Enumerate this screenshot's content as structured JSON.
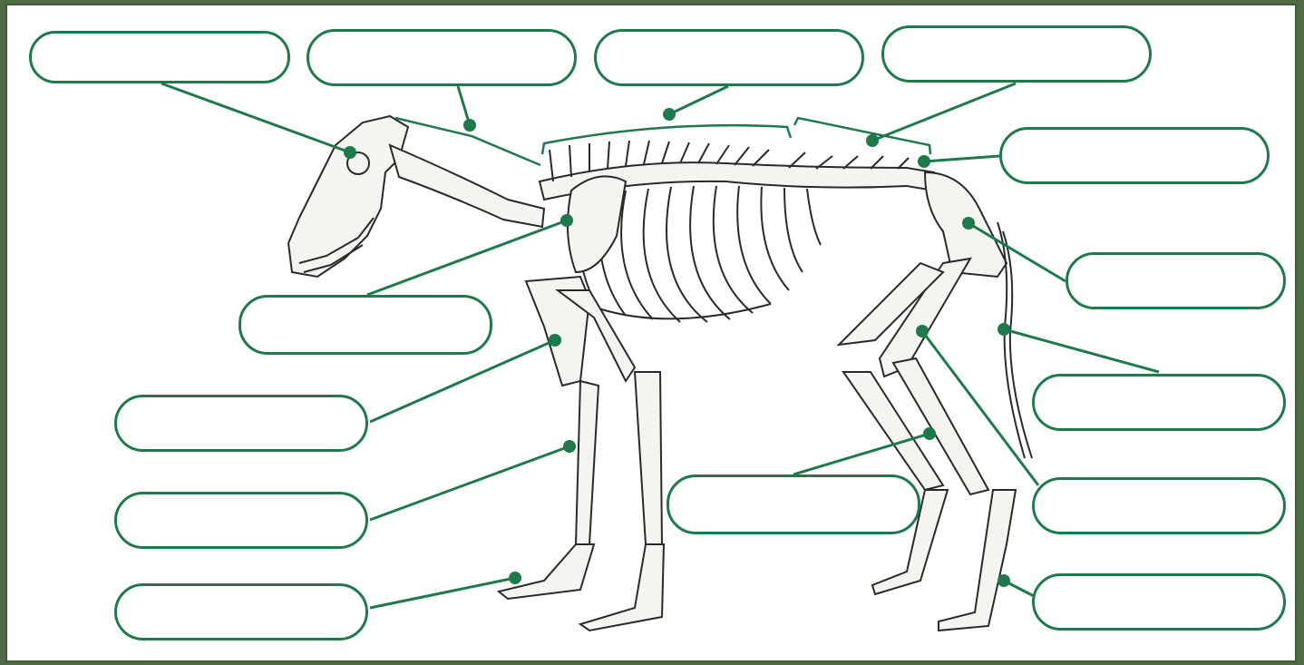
{
  "colors": {
    "accent": "#1e7a4a",
    "frame": "#4f6b45",
    "bone_outline": "#2a2a2a"
  },
  "labels": [
    {
      "id": "skull",
      "text": ""
    },
    {
      "id": "cervical-vertebrae",
      "text": ""
    },
    {
      "id": "thoracic-vertebrae",
      "text": ""
    },
    {
      "id": "lumbar-vertebrae",
      "text": ""
    },
    {
      "id": "sacrum",
      "text": ""
    },
    {
      "id": "pelvis",
      "text": ""
    },
    {
      "id": "caudal-vertebrae",
      "text": ""
    },
    {
      "id": "femur",
      "text": ""
    },
    {
      "id": "hind-metatarsals",
      "text": ""
    },
    {
      "id": "tibia-fibula",
      "text": ""
    },
    {
      "id": "scapula",
      "text": ""
    },
    {
      "id": "humerus",
      "text": ""
    },
    {
      "id": "radius-ulna",
      "text": ""
    },
    {
      "id": "front-phalanges",
      "text": ""
    }
  ]
}
